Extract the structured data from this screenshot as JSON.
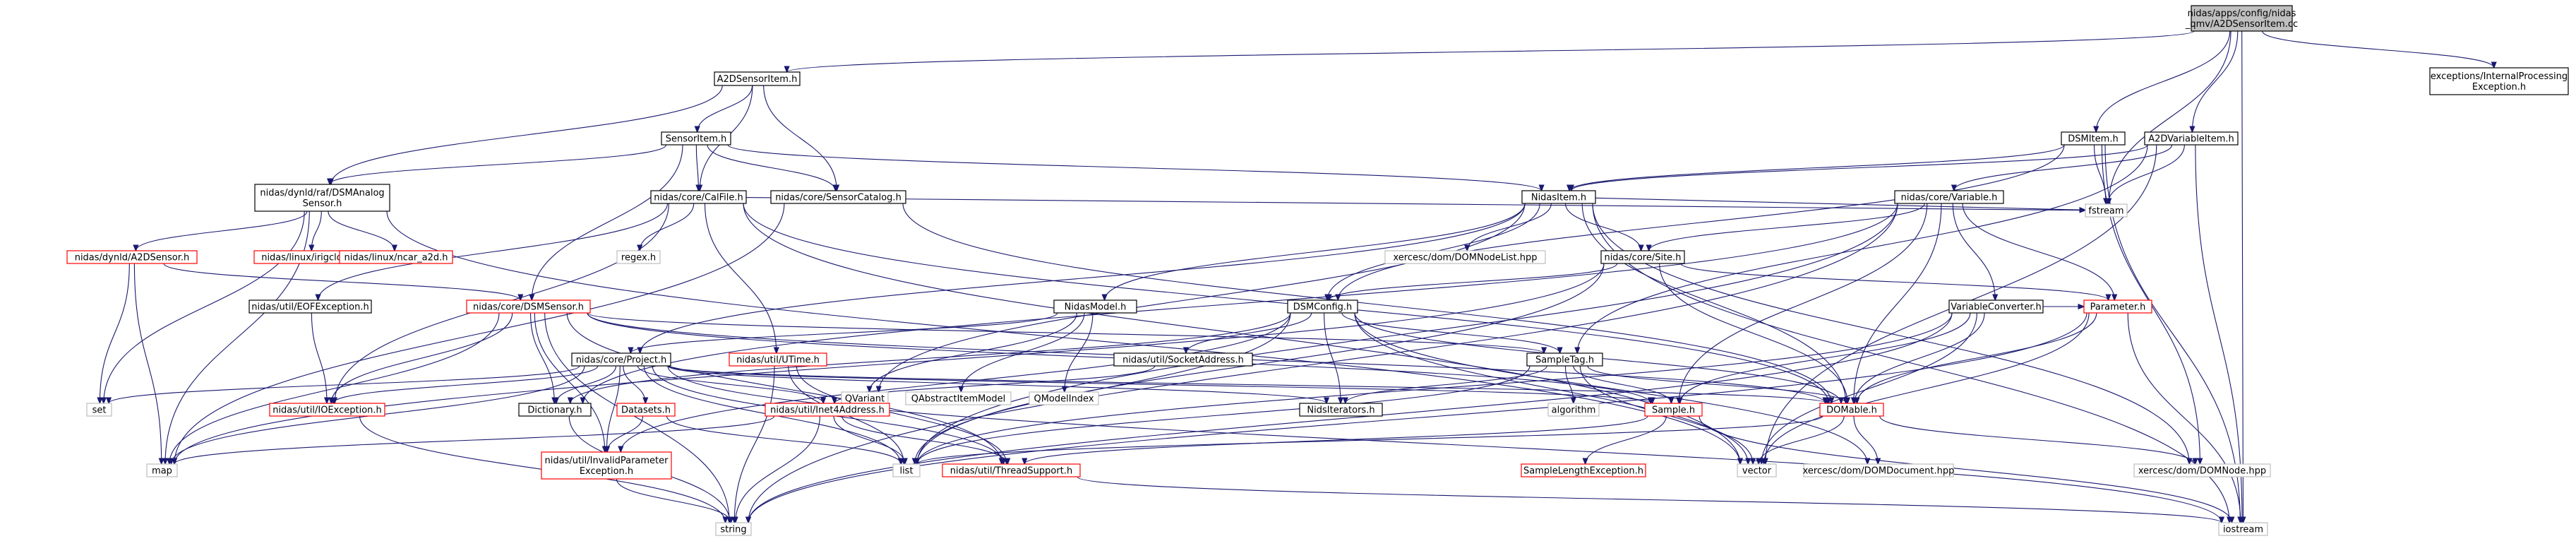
{
  "colors": {
    "edge": "#191970",
    "node_border_black": "#000000",
    "node_border_red": "#ff0000",
    "node_border_gray": "#bfbfbf",
    "root_fill": "#bfbfbf"
  },
  "nodes": [
    {
      "id": "root",
      "lines": [
        "nidas/apps/config/nidas",
        "_qmv/A2DSensorItem.cc"
      ],
      "style": "root"
    },
    {
      "id": "a2dsi",
      "lines": [
        "A2DSensorItem.h"
      ],
      "style": "black"
    },
    {
      "id": "dsmitem",
      "lines": [
        "DSMItem.h"
      ],
      "style": "black"
    },
    {
      "id": "a2dvi",
      "lines": [
        "A2DVariableItem.h"
      ],
      "style": "black"
    },
    {
      "id": "exc",
      "lines": [
        "exceptions/InternalProcessing",
        "Exception.h"
      ],
      "style": "black"
    },
    {
      "id": "sensoritem",
      "lines": [
        "SensorItem.h"
      ],
      "style": "black"
    },
    {
      "id": "dsmanalog",
      "lines": [
        "nidas/dynld/raf/DSMAnalog",
        "Sensor.h"
      ],
      "style": "black"
    },
    {
      "id": "calfile",
      "lines": [
        "nidas/core/CalFile.h"
      ],
      "style": "black"
    },
    {
      "id": "sensorcat",
      "lines": [
        "nidas/core/SensorCatalog.h"
      ],
      "style": "black"
    },
    {
      "id": "nidasitem",
      "lines": [
        "NidasItem.h"
      ],
      "style": "black"
    },
    {
      "id": "variable",
      "lines": [
        "nidas/core/Variable.h"
      ],
      "style": "black"
    },
    {
      "id": "fstream",
      "lines": [
        "fstream"
      ],
      "style": "gray"
    },
    {
      "id": "a2dsensor",
      "lines": [
        "nidas/dynld/A2DSensor.h"
      ],
      "style": "red"
    },
    {
      "id": "irig",
      "lines": [
        "nidas/linux/irigclock.h"
      ],
      "style": "red"
    },
    {
      "id": "ncar",
      "lines": [
        "nidas/linux/ncar_a2d.h"
      ],
      "style": "red"
    },
    {
      "id": "regex",
      "lines": [
        "regex.h"
      ],
      "style": "gray"
    },
    {
      "id": "domnodelist",
      "lines": [
        "xercesc/dom/DOMNodeList.hpp"
      ],
      "style": "gray"
    },
    {
      "id": "site",
      "lines": [
        "nidas/core/Site.h"
      ],
      "style": "black"
    },
    {
      "id": "eof",
      "lines": [
        "nidas/util/EOFException.h"
      ],
      "style": "black"
    },
    {
      "id": "dsmsensor",
      "lines": [
        "nidas/core/DSMSensor.h"
      ],
      "style": "red"
    },
    {
      "id": "nidasmodel",
      "lines": [
        "NidasModel.h"
      ],
      "style": "black"
    },
    {
      "id": "dsmconfig",
      "lines": [
        "DSMConfig.h"
      ],
      "style": "black"
    },
    {
      "id": "varconv",
      "lines": [
        "VariableConverter.h"
      ],
      "style": "black"
    },
    {
      "id": "parameter",
      "lines": [
        "Parameter.h"
      ],
      "style": "red"
    },
    {
      "id": "utime",
      "lines": [
        "nidas/util/UTime.h"
      ],
      "style": "red"
    },
    {
      "id": "qvariant",
      "lines": [
        "QVariant"
      ],
      "style": "gray"
    },
    {
      "id": "qabstract",
      "lines": [
        "QAbstractItemModel"
      ],
      "style": "gray"
    },
    {
      "id": "qmodelindex",
      "lines": [
        "QModelIndex"
      ],
      "style": "gray"
    },
    {
      "id": "socketaddr",
      "lines": [
        "nidas/util/SocketAddress.h"
      ],
      "style": "black"
    },
    {
      "id": "sampletag",
      "lines": [
        "SampleTag.h"
      ],
      "style": "black"
    },
    {
      "id": "project",
      "lines": [
        "nidas/core/Project.h"
      ],
      "style": "black"
    },
    {
      "id": "set",
      "lines": [
        "set"
      ],
      "style": "gray"
    },
    {
      "id": "ioexc",
      "lines": [
        "nidas/util/IOException.h"
      ],
      "style": "red"
    },
    {
      "id": "dictionary",
      "lines": [
        "Dictionary.h"
      ],
      "style": "black"
    },
    {
      "id": "datasets",
      "lines": [
        "Datasets.h"
      ],
      "style": "red"
    },
    {
      "id": "inet4",
      "lines": [
        "nidas/util/Inet4Address.h"
      ],
      "style": "red"
    },
    {
      "id": "nidsiter",
      "lines": [
        "NidsIterators.h"
      ],
      "style": "black"
    },
    {
      "id": "algorithm",
      "lines": [
        "algorithm"
      ],
      "style": "gray"
    },
    {
      "id": "sample",
      "lines": [
        "Sample.h"
      ],
      "style": "red"
    },
    {
      "id": "domable",
      "lines": [
        "DOMable.h"
      ],
      "style": "red"
    },
    {
      "id": "map",
      "lines": [
        "map"
      ],
      "style": "gray"
    },
    {
      "id": "invparam",
      "lines": [
        "nidas/util/InvalidParameter",
        "Exception.h"
      ],
      "style": "red"
    },
    {
      "id": "list",
      "lines": [
        "list"
      ],
      "style": "gray"
    },
    {
      "id": "threadsupport",
      "lines": [
        "nidas/util/ThreadSupport.h"
      ],
      "style": "red"
    },
    {
      "id": "samplelen",
      "lines": [
        "SampleLengthException.h"
      ],
      "style": "red"
    },
    {
      "id": "vector",
      "lines": [
        "vector"
      ],
      "style": "gray"
    },
    {
      "id": "domdoc",
      "lines": [
        "xercesc/dom/DOMDocument.hpp"
      ],
      "style": "gray"
    },
    {
      "id": "domnode",
      "lines": [
        "xercesc/dom/DOMNode.hpp"
      ],
      "style": "gray"
    },
    {
      "id": "string",
      "lines": [
        "string"
      ],
      "style": "gray"
    },
    {
      "id": "iostream",
      "lines": [
        "iostream"
      ],
      "style": "gray"
    }
  ],
  "edges": [
    [
      "root",
      "a2dsi"
    ],
    [
      "root",
      "dsmitem"
    ],
    [
      "root",
      "a2dvi"
    ],
    [
      "root",
      "exc"
    ],
    [
      "root",
      "fstream"
    ],
    [
      "root",
      "iostream"
    ],
    [
      "a2dsi",
      "sensoritem"
    ],
    [
      "a2dsi",
      "dsmanalog"
    ],
    [
      "a2dsi",
      "calfile"
    ],
    [
      "a2dsi",
      "sensorcat"
    ],
    [
      "sensoritem",
      "dsmanalog"
    ],
    [
      "sensoritem",
      "calfile"
    ],
    [
      "sensoritem",
      "sensorcat"
    ],
    [
      "sensoritem",
      "nidasitem"
    ],
    [
      "sensoritem",
      "dsmsensor"
    ],
    [
      "dsmanalog",
      "a2dsensor"
    ],
    [
      "dsmanalog",
      "irig"
    ],
    [
      "dsmanalog",
      "ncar"
    ],
    [
      "dsmanalog",
      "set"
    ],
    [
      "dsmanalog",
      "map"
    ],
    [
      "dsmanalog",
      "vector"
    ],
    [
      "calfile",
      "regex"
    ],
    [
      "calfile",
      "eof"
    ],
    [
      "calfile",
      "ioexc"
    ],
    [
      "calfile",
      "utime"
    ],
    [
      "calfile",
      "fstream"
    ],
    [
      "calfile",
      "domable"
    ],
    [
      "calfile",
      "vector"
    ],
    [
      "sensorcat",
      "domable"
    ],
    [
      "sensorcat",
      "map"
    ],
    [
      "a2dsensor",
      "dsmsensor"
    ],
    [
      "a2dsensor",
      "set"
    ],
    [
      "a2dsensor",
      "map"
    ],
    [
      "dsmitem",
      "nidasitem"
    ],
    [
      "dsmitem",
      "dsmconfig"
    ],
    [
      "dsmitem",
      "fstream"
    ],
    [
      "dsmitem",
      "iostream"
    ],
    [
      "dsmitem",
      "domnode"
    ],
    [
      "a2dvi",
      "nidasitem"
    ],
    [
      "a2dvi",
      "variable"
    ],
    [
      "a2dvi",
      "fstream"
    ],
    [
      "a2dvi",
      "iostream"
    ],
    [
      "a2dvi",
      "sampletag"
    ],
    [
      "a2dvi",
      "vector"
    ],
    [
      "nidasitem",
      "site"
    ],
    [
      "nidasitem",
      "nidasmodel"
    ],
    [
      "nidasitem",
      "dsmconfig"
    ],
    [
      "nidasitem",
      "domnodelist"
    ],
    [
      "nidasitem",
      "project"
    ],
    [
      "nidasitem",
      "qvariant"
    ],
    [
      "nidasitem",
      "fstream"
    ],
    [
      "nidasitem",
      "iostream"
    ],
    [
      "nidasitem",
      "domnode"
    ],
    [
      "nidasitem",
      "domable"
    ],
    [
      "variable",
      "varconv"
    ],
    [
      "variable",
      "parameter"
    ],
    [
      "variable",
      "domable"
    ],
    [
      "variable",
      "sample"
    ],
    [
      "variable",
      "string"
    ],
    [
      "variable",
      "list"
    ],
    [
      "variable",
      "dictionary"
    ],
    [
      "variable",
      "site"
    ],
    [
      "site",
      "dsmconfig"
    ],
    [
      "site",
      "domable"
    ],
    [
      "site",
      "list"
    ],
    [
      "site",
      "map"
    ],
    [
      "site",
      "parameter"
    ],
    [
      "eof",
      "ioexc"
    ],
    [
      "dsmsensor",
      "sampletag"
    ],
    [
      "dsmsensor",
      "domable"
    ],
    [
      "dsmsensor",
      "dictionary"
    ],
    [
      "dsmsensor",
      "ioexc"
    ],
    [
      "dsmsensor",
      "invparam"
    ],
    [
      "dsmsensor",
      "threadsupport"
    ],
    [
      "dsmsensor",
      "map"
    ],
    [
      "dsmsensor",
      "string"
    ],
    [
      "dsmsensor",
      "sample"
    ],
    [
      "nidasmodel",
      "qvariant"
    ],
    [
      "nidasmodel",
      "qabstract"
    ],
    [
      "nidasmodel",
      "qmodelindex"
    ],
    [
      "nidasmodel",
      "project"
    ],
    [
      "dsmconfig",
      "sampletag"
    ],
    [
      "dsmconfig",
      "socketaddr"
    ],
    [
      "dsmconfig",
      "nidsiter"
    ],
    [
      "dsmconfig",
      "domable"
    ],
    [
      "dsmconfig",
      "list"
    ],
    [
      "dsmconfig",
      "domdoc"
    ],
    [
      "dsmconfig",
      "vector"
    ],
    [
      "dsmconfig",
      "dictionary"
    ],
    [
      "dsmconfig",
      "invparam"
    ],
    [
      "varconv",
      "parameter"
    ],
    [
      "varconv",
      "domable"
    ],
    [
      "varconv",
      "vector"
    ],
    [
      "varconv",
      "string"
    ],
    [
      "varconv",
      "sample"
    ],
    [
      "varconv",
      "list"
    ],
    [
      "parameter",
      "domable"
    ],
    [
      "parameter",
      "string"
    ],
    [
      "parameter",
      "vector"
    ],
    [
      "parameter",
      "iostream"
    ],
    [
      "utime",
      "string"
    ],
    [
      "utime",
      "threadsupport"
    ],
    [
      "utime",
      "list"
    ],
    [
      "socketaddr",
      "inet4"
    ],
    [
      "sampletag",
      "sample"
    ],
    [
      "sampletag",
      "domable"
    ],
    [
      "sampletag",
      "algorithm"
    ],
    [
      "sampletag",
      "nidsiter"
    ],
    [
      "sampletag",
      "vector"
    ],
    [
      "sampletag",
      "list"
    ],
    [
      "project",
      "set"
    ],
    [
      "project",
      "ioexc"
    ],
    [
      "project",
      "dictionary"
    ],
    [
      "project",
      "datasets"
    ],
    [
      "project",
      "inet4"
    ],
    [
      "project",
      "nidsiter"
    ],
    [
      "project",
      "sample"
    ],
    [
      "project",
      "domable"
    ],
    [
      "project",
      "map"
    ],
    [
      "project",
      "list"
    ],
    [
      "project",
      "threadsupport"
    ],
    [
      "project",
      "iostream"
    ],
    [
      "project",
      "invparam"
    ],
    [
      "datasets",
      "invparam"
    ],
    [
      "datasets",
      "list"
    ],
    [
      "inet4",
      "map"
    ],
    [
      "inet4",
      "string"
    ],
    [
      "inet4",
      "threadsupport"
    ],
    [
      "inet4",
      "list"
    ],
    [
      "sample",
      "samplelen"
    ],
    [
      "sample",
      "threadsupport"
    ],
    [
      "sample",
      "iostream"
    ],
    [
      "domable",
      "domdoc"
    ],
    [
      "domable",
      "domnode"
    ],
    [
      "domable",
      "list"
    ],
    [
      "domable",
      "vector"
    ],
    [
      "ioexc",
      "string"
    ],
    [
      "invparam",
      "string"
    ],
    [
      "dictionary",
      "string"
    ],
    [
      "threadsupport",
      "iostream"
    ]
  ]
}
